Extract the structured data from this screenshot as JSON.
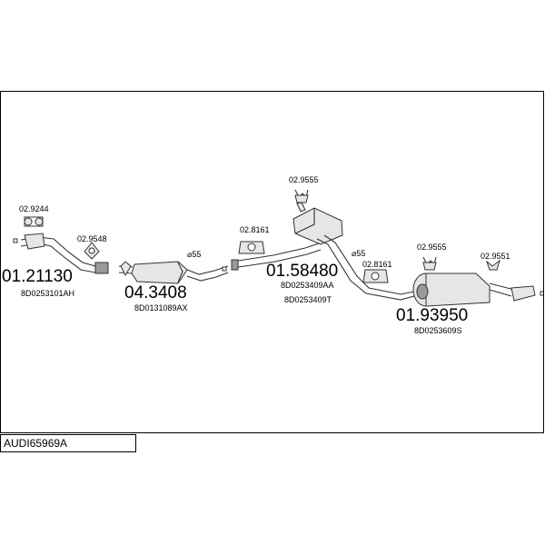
{
  "model": "AUDI65969A",
  "main_parts": [
    {
      "number": "01.21130",
      "code": "8D0253101AH"
    },
    {
      "number": "04.3408",
      "code": "8D0131089AX"
    },
    {
      "number": "01.58480",
      "code": "8D0253409AA",
      "code2": "8D0253409T"
    },
    {
      "number": "01.93950",
      "code": "8D0253609S"
    }
  ],
  "accessories": [
    {
      "number": "02.9244"
    },
    {
      "number": "02.9548"
    },
    {
      "number": "02.8161"
    },
    {
      "number": "02.9555"
    },
    {
      "number": "02.8161"
    },
    {
      "number": "02.9555"
    },
    {
      "number": "02.9551"
    }
  ],
  "diameters": [
    "⌀55",
    "⌀55"
  ]
}
